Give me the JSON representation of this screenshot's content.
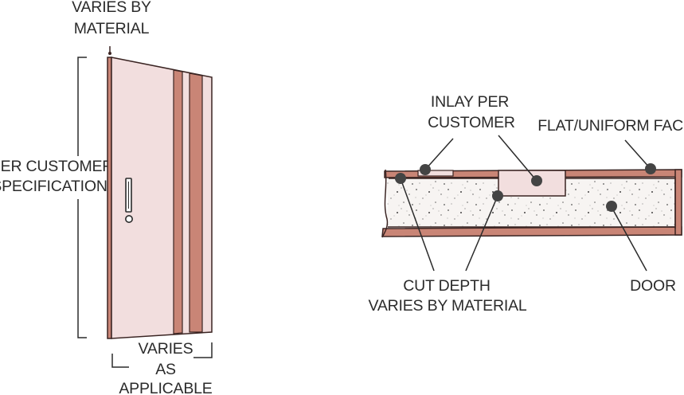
{
  "colors": {
    "outline": "#3a2422",
    "door_face": "#f2dede",
    "stripe": "#c98576",
    "core_fill": "#f7f4f2",
    "marker": "#444444",
    "text": "#2b2b2b"
  },
  "door_elevation": {
    "top_label": [
      "VARIES BY",
      "MATERIAL"
    ],
    "height_label": [
      "PER CUSTOMER",
      "SPECIFICATION"
    ],
    "width_label": [
      "VARIES",
      "AS",
      "APPLICABLE"
    ],
    "icons": [
      "door-handle-icon",
      "lock-icon"
    ]
  },
  "door_section": {
    "inlay_label": [
      "INLAY PER",
      "CUSTOMER"
    ],
    "face_label": "FLAT/UNIFORM FACE",
    "cut_label": [
      "CUT DEPTH",
      "VARIES BY MATERIAL"
    ],
    "door_label": "DOOR"
  }
}
